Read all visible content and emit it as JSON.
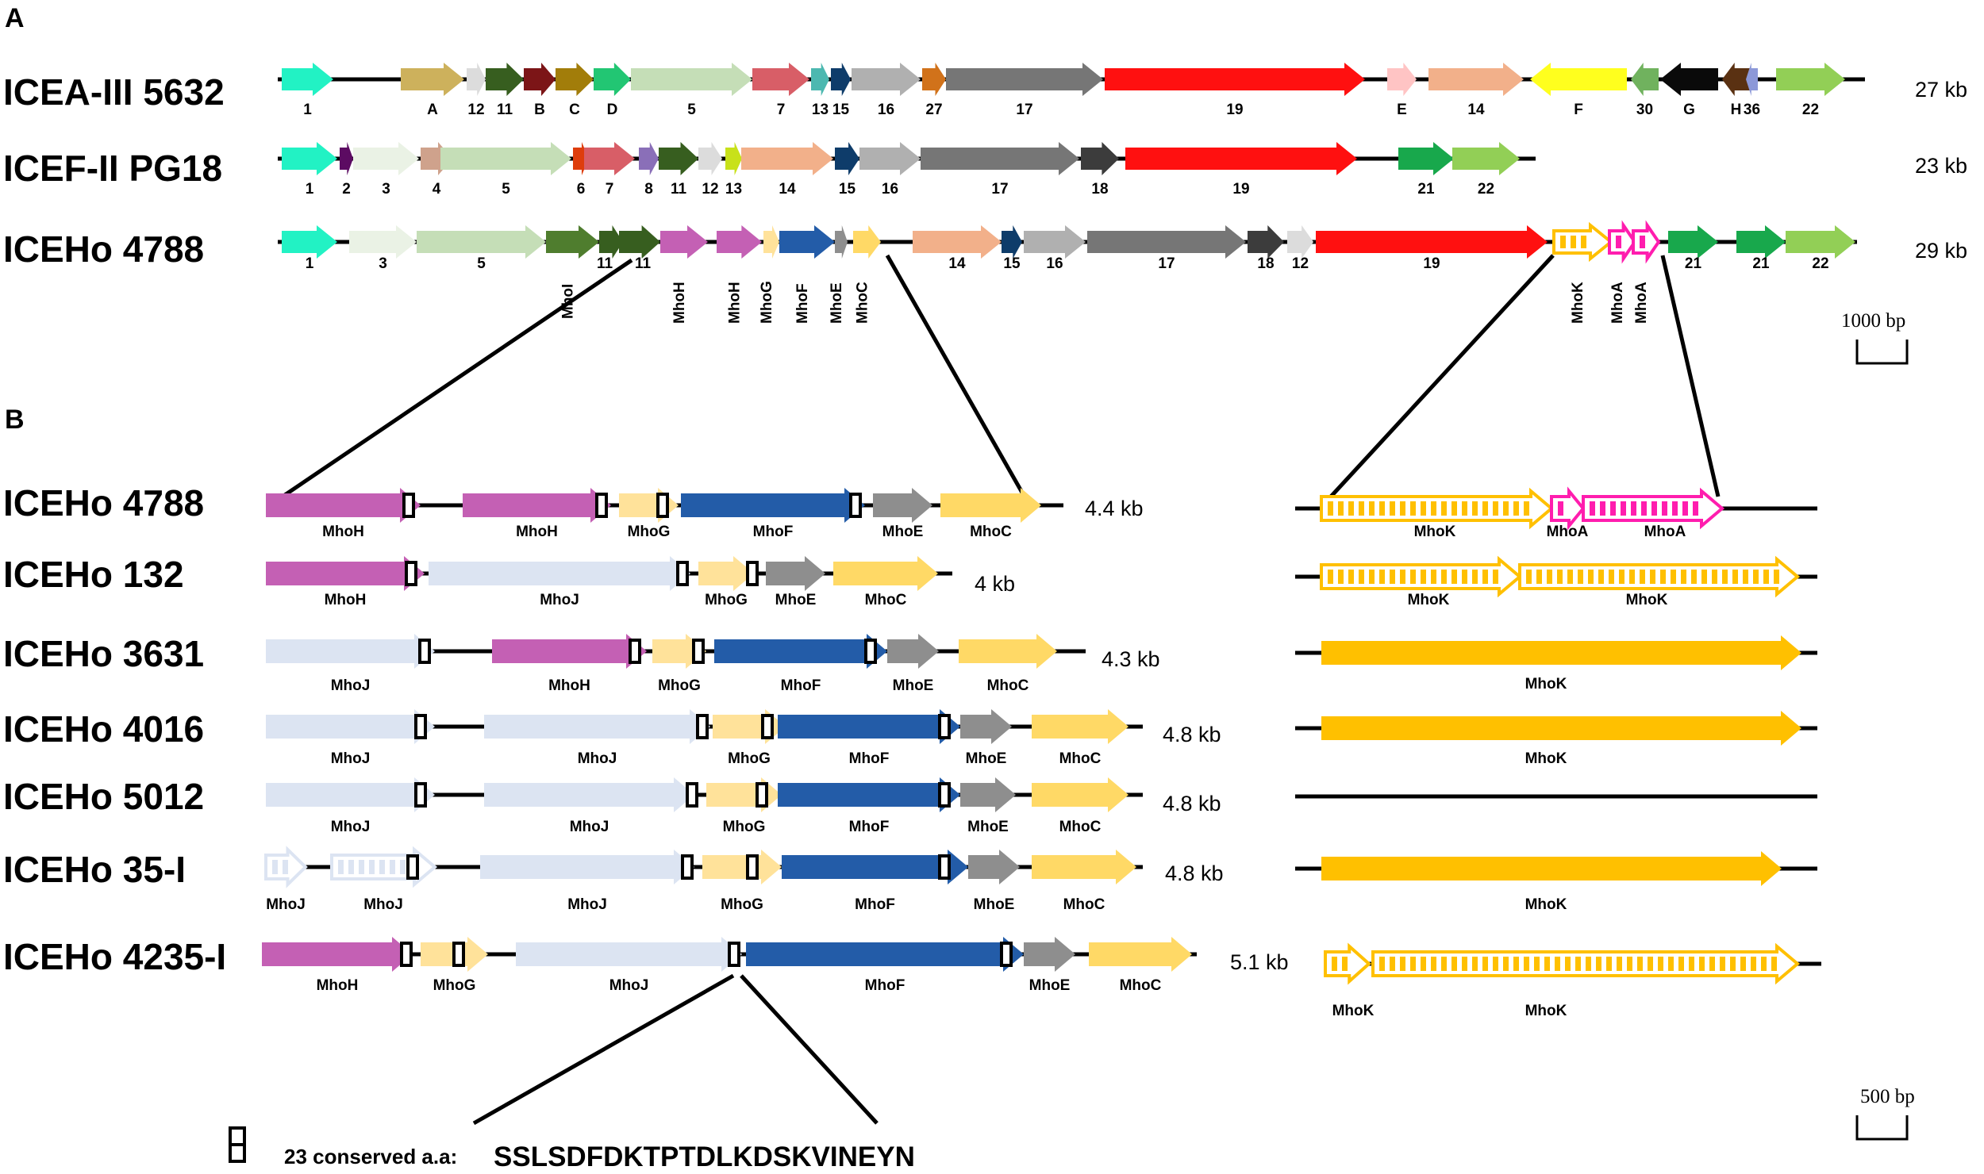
{
  "panels": {
    "a": "A",
    "b": "B"
  },
  "panel_a": {
    "scale_label": "1000 bp",
    "tracks": [
      {
        "name": "ICEA-III 5632",
        "size": "27 kb",
        "genes": [
          {
            "label": "1",
            "color": "#22F2C4"
          },
          {
            "label": "A",
            "color": "#CDB15C"
          },
          {
            "label": "12",
            "color": "#DCDCDC"
          },
          {
            "label": "11",
            "color": "#375E1F"
          },
          {
            "label": "B",
            "color": "#7C1517"
          },
          {
            "label": "C",
            "color": "#A27D0A"
          },
          {
            "label": "D",
            "color": "#22C673"
          },
          {
            "label": "5",
            "color": "#C5DEB7"
          },
          {
            "label": "7",
            "color": "#D85E67"
          },
          {
            "label": "13",
            "color": "#4CB8B0"
          },
          {
            "label": "15",
            "color": "#0E3C6A"
          },
          {
            "label": "16",
            "color": "#B0B0B0"
          },
          {
            "label": "27",
            "color": "#D1721A"
          },
          {
            "label": "17",
            "color": "#767676"
          },
          {
            "label": "19",
            "color": "#FF1010"
          },
          {
            "label": "E",
            "color": "#FFC4C4"
          },
          {
            "label": "14",
            "color": "#F2B08A"
          },
          {
            "label": "F",
            "color": "#FFFF1E"
          },
          {
            "label": "30",
            "color": "#70B25E"
          },
          {
            "label": "G",
            "color": "#0A0A0A"
          },
          {
            "label": "H",
            "color": "#5A3112"
          },
          {
            "label": "36",
            "color": "#8C98D8"
          },
          {
            "label": "22",
            "color": "#92CF56"
          }
        ]
      },
      {
        "name": "ICEF-II PG18",
        "size": "23 kb",
        "genes": [
          {
            "label": "1",
            "color": "#22F2C4"
          },
          {
            "label": "2",
            "color": "#5C0B62"
          },
          {
            "label": "3",
            "color": "#EAF2E5"
          },
          {
            "label": "4",
            "color": "#CFA28C"
          },
          {
            "label": "5",
            "color": "#C5DEB7"
          },
          {
            "label": "6",
            "color": "#DE3D0C"
          },
          {
            "label": "7",
            "color": "#D85E67"
          },
          {
            "label": "8",
            "color": "#8A6FB8"
          },
          {
            "label": "11",
            "color": "#375E1F"
          },
          {
            "label": "12",
            "color": "#DCDCDC"
          },
          {
            "label": "13",
            "color": "#C8E11A"
          },
          {
            "label": "14",
            "color": "#F2B08A"
          },
          {
            "label": "15",
            "color": "#0E3C6A"
          },
          {
            "label": "16",
            "color": "#B0B0B0"
          },
          {
            "label": "17",
            "color": "#767676"
          },
          {
            "label": "18",
            "color": "#3C3C3C"
          },
          {
            "label": "19",
            "color": "#FF1010"
          },
          {
            "label": "21",
            "color": "#18A84C"
          },
          {
            "label": "22",
            "color": "#92CF56"
          }
        ]
      },
      {
        "name": "ICEHo 4788",
        "size": "29 kb",
        "genes": [
          {
            "label": "1",
            "color": "#22F2C4"
          },
          {
            "label": "3",
            "color": "#EAF2E5"
          },
          {
            "label": "5",
            "color": "#C5DEB7"
          },
          {
            "label": "MhoI",
            "color": "#4F7D2E"
          },
          {
            "label": "11",
            "color": "#375E1F"
          },
          {
            "label": "11",
            "color": "#375E1F"
          },
          {
            "label": "MhoH",
            "color": "#C460B4"
          },
          {
            "label": "MhoH",
            "color": "#C460B4"
          },
          {
            "label": "MhoG",
            "color": "#FFE29A"
          },
          {
            "label": "MhoF",
            "color": "#235CA8"
          },
          {
            "label": "MhoE",
            "color": "#8E8E8E"
          },
          {
            "label": "MhoC",
            "color": "#FFD966"
          },
          {
            "label": "14",
            "color": "#F2B08A"
          },
          {
            "label": "15",
            "color": "#0E3C6A"
          },
          {
            "label": "16",
            "color": "#B0B0B0"
          },
          {
            "label": "17",
            "color": "#767676"
          },
          {
            "label": "18",
            "color": "#3C3C3C"
          },
          {
            "label": "12",
            "color": "#DCDCDC"
          },
          {
            "label": "19",
            "color": "#FF1010"
          },
          {
            "label": "MhoK",
            "color": "#FFC000"
          },
          {
            "label": "MhoA",
            "color": "#FF1DAE"
          },
          {
            "label": "MhoA",
            "color": "#FF1DAE"
          },
          {
            "label": "21",
            "color": "#18A84C"
          },
          {
            "label": "21",
            "color": "#18A84C"
          },
          {
            "label": "22",
            "color": "#92CF56"
          }
        ]
      }
    ]
  },
  "panel_b": {
    "scale_label": "500 bp",
    "tracks": [
      {
        "name": "ICEHo 4788",
        "size": "4.4 kb",
        "genes": [
          "MhoH",
          "MhoH",
          "MhoG",
          "MhoF",
          "MhoE",
          "MhoC"
        ],
        "right_genes": [
          "MhoK",
          "MhoA",
          "MhoA"
        ]
      },
      {
        "name": "ICEHo 132",
        "size": "4 kb",
        "genes": [
          "MhoH",
          "MhoJ",
          "MhoG",
          "MhoE",
          "MhoC"
        ],
        "right_genes": [
          "MhoK",
          "MhoK"
        ]
      },
      {
        "name": "ICEHo 3631",
        "size": "4.3 kb",
        "genes": [
          "MhoJ",
          "MhoH",
          "MhoG",
          "MhoF",
          "MhoE",
          "MhoC"
        ],
        "right_genes": [
          "MhoK"
        ]
      },
      {
        "name": "ICEHo 4016",
        "size": "4.8 kb",
        "genes": [
          "MhoJ",
          "MhoJ",
          "MhoG",
          "MhoF",
          "MhoE",
          "MhoC"
        ],
        "right_genes": [
          "MhoK"
        ]
      },
      {
        "name": "ICEHo 5012",
        "size": "4.8 kb",
        "genes": [
          "MhoJ",
          "MhoJ",
          "MhoG",
          "MhoF",
          "MhoE",
          "MhoC"
        ],
        "right_genes": []
      },
      {
        "name": "ICEHo 35-I",
        "size": "4.8 kb",
        "genes": [
          "MhoJ",
          "MhoJ",
          "MhoJ",
          "MhoG",
          "MhoF",
          "MhoE",
          "MhoC"
        ],
        "right_genes": [
          "MhoK"
        ]
      },
      {
        "name": "ICEHo 4235-I",
        "size": "5.1 kb",
        "genes": [
          "MhoH",
          "MhoG",
          "MhoJ",
          "MhoF",
          "MhoE",
          "MhoC"
        ],
        "right_genes": [
          "MhoK",
          "MhoK"
        ]
      }
    ],
    "gene_colors": {
      "MhoH": "#C460B4",
      "MhoJ": "#DCE4F2",
      "MhoG": "#FFE29A",
      "MhoF": "#235CA8",
      "MhoE": "#8E8E8E",
      "MhoC": "#FFD966",
      "MhoK": "#FFC000",
      "MhoA": "#FF1DAE"
    }
  },
  "legend": {
    "label": "23 conserved a.a:",
    "sequence": "SSLSDFDKTPTDLKDSKVINEYN"
  }
}
